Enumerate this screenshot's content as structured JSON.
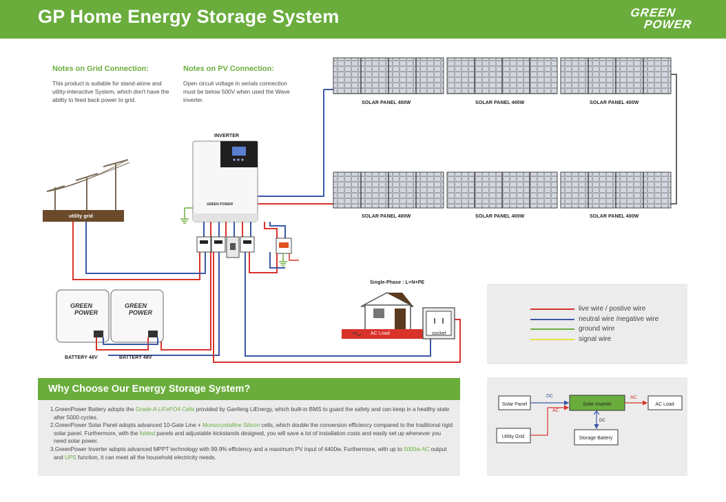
{
  "header": {
    "title": "GP Home Energy Storage System",
    "logo_line1": "GREEN",
    "logo_line2": "POWER"
  },
  "notes": {
    "grid_title": "Notes on Grid Connection:",
    "grid_text": "This product is suitable for stand-alone and utility-interactive System, which don't have the ability to feed back power to grid.",
    "pv_title": "Notes on PV Connection:",
    "pv_text": "Open circuit voltage in serials connection must be below 500V when used the Wave inverter."
  },
  "diagram": {
    "inverter_label": "INVERTER",
    "inverter_brand": "GREEN POWER",
    "utility_grid_label": "utility grid",
    "solar_panel_labels": [
      "SOLAR PANEL 400W",
      "SOLAR PANEL 400W",
      "SOLAR PANEL 400W",
      "SOLAR PANEL 400W",
      "SOLAR PANEL 400W",
      "SOLAR PANEL 400W"
    ],
    "battery_labels": [
      "BATTERY 48V",
      "BATTERY 48V"
    ],
    "battery_brand_line1": "GREEN",
    "battery_brand_line2": "POWER",
    "phase_label": "Single-Phase : L+N+PE",
    "ac_load_label": "AC Load",
    "socket_label": "socket"
  },
  "legend": {
    "items": [
      {
        "label": "live wire / postive wire",
        "color": "#d9322b"
      },
      {
        "label": "neutral wire /negative wire",
        "color": "#3a56a6"
      },
      {
        "label": "ground wire",
        "color": "#6aad3d"
      },
      {
        "label": "signal wire",
        "color": "#e8e13a"
      }
    ]
  },
  "why": {
    "title": "Why Choose Our Energy Storage System?",
    "p1_a": "1.GreenPower  Battery adopts the ",
    "p1_hl1": "Grade-A LiFePO4 Cells",
    "p1_b": " provided by Ganfeng LiEnergy, which built-in BMS to guard the safety and can keep in a healthy state after 5000 cycles.",
    "p2_a": "2.GreenPower  Solar Panel adopts advanced 10-Gate Line + ",
    "p2_hl1": "Monocrystalline Silicon",
    "p2_b": " cells, which double the conversion efficiency compared to the traditional rigid solar panel. Furthermore, with the ",
    "p2_hl2": "folded",
    "p2_c": " panels and adjustable kickstands designed, you will save a lot of installation costs and easily set up whenever you need solar power.",
    "p3_a": "3.GreenPower  Inverter adopts advanced MPPT technology with 99.9% efficiency and a maximum PV input of 4400w. Furthermore, with up to ",
    "p3_hl1": "5000w AC",
    "p3_b": " output and ",
    "p3_hl2": "UPS",
    "p3_c": " function, it can meet all the household electricity needs."
  },
  "flow": {
    "solar_panel": "Solar Panel",
    "solar_inverter": "Solar Inverter",
    "ac_load": "AC Load",
    "utility_grid": "Utility Grid",
    "storage_battery": "Storage Battery",
    "dc_top": "DC",
    "ac_right": "AC",
    "ac_left": "AC",
    "dc_mid": "DC"
  },
  "colors": {
    "brand_green": "#6aad3d",
    "live": "#d9322b",
    "neutral": "#3a56a6"
  }
}
